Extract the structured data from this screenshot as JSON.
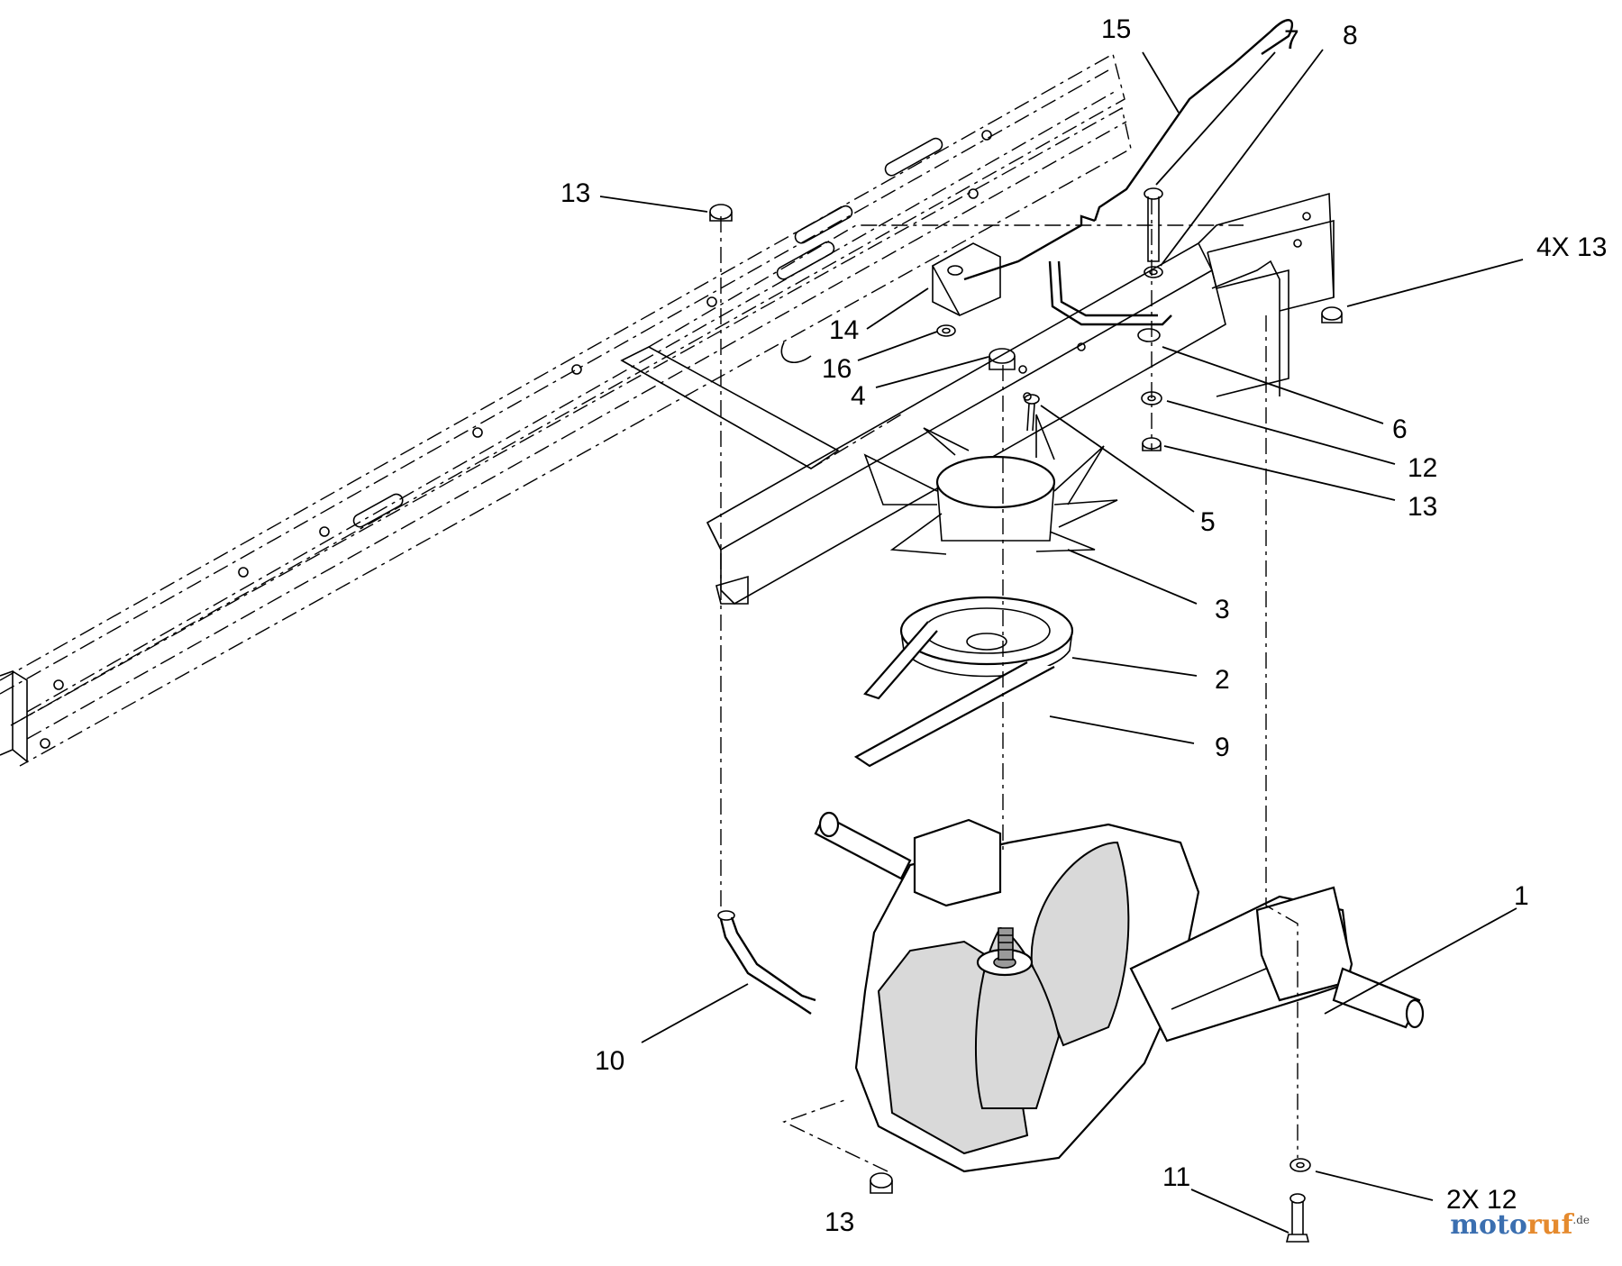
{
  "callouts": [
    {
      "id": "c15",
      "label": "15"
    },
    {
      "id": "c7",
      "label": "7"
    },
    {
      "id": "c8",
      "label": "8"
    },
    {
      "id": "c13a",
      "label": "13"
    },
    {
      "id": "c4x13",
      "label": "4X 13"
    },
    {
      "id": "c14",
      "label": "14"
    },
    {
      "id": "c16",
      "label": "16"
    },
    {
      "id": "c4",
      "label": "4"
    },
    {
      "id": "c6",
      "label": "6"
    },
    {
      "id": "c12",
      "label": "12"
    },
    {
      "id": "c13b",
      "label": "13"
    },
    {
      "id": "c5",
      "label": "5"
    },
    {
      "id": "c3",
      "label": "3"
    },
    {
      "id": "c2",
      "label": "2"
    },
    {
      "id": "c9",
      "label": "9"
    },
    {
      "id": "c1",
      "label": "1"
    },
    {
      "id": "c10",
      "label": "10"
    },
    {
      "id": "c11",
      "label": "11"
    },
    {
      "id": "c2x12",
      "label": "2X 12"
    },
    {
      "id": "c13c",
      "label": "13"
    }
  ],
  "watermark": {
    "part1": "moto",
    "part2": "ruf",
    "suffix": ".de"
  }
}
